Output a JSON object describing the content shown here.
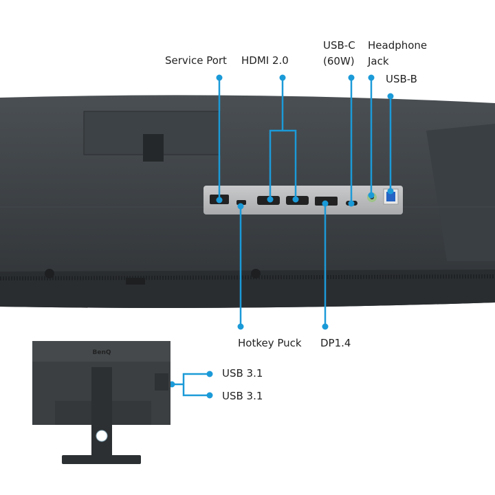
{
  "accent_color": "#1b9ad8",
  "labels": {
    "service_port": "Service Port",
    "hdmi": "HDMI 2.0",
    "usbc_line1": "USB-C",
    "usbc_line2": "(60W)",
    "headphone_line1": "Headphone",
    "headphone_line2": "Jack",
    "usbb": "USB-B",
    "hotkey_puck": "Hotkey Puck",
    "dp": "DP1.4",
    "usb31_a": "USB 3.1",
    "usb31_b": "USB 3.1"
  },
  "brand_logo": "BenQ"
}
